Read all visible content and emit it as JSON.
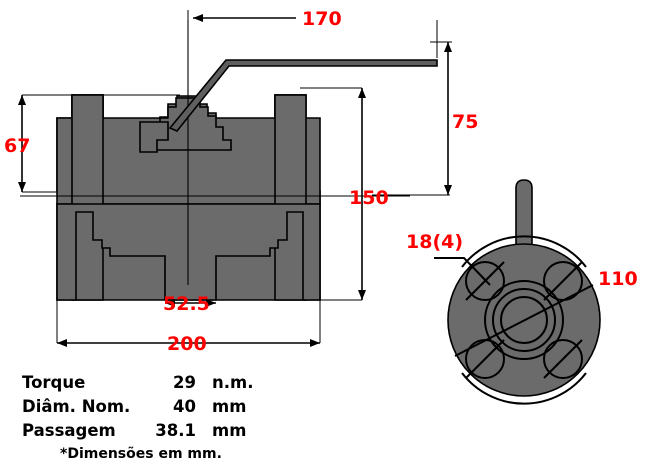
{
  "drawing": {
    "title": "Ball valve dimensional drawing",
    "units_note": "*Dimensões em mm.",
    "colors": {
      "dimension_text": "#ff0000",
      "body_fill": "#6b6b6b",
      "lever_fill": "#5f5f5f",
      "outline": "#000000",
      "background": "#ffffff"
    }
  },
  "dimensions": {
    "lever_length": "170",
    "lever_height": "75",
    "body_half_height": "67",
    "face_to_face_height": "150",
    "body_width": "200",
    "bottom_opening": "52.5",
    "bolt_hole": "18(4)",
    "bolt_circle": "110"
  },
  "spec_table": {
    "rows": [
      {
        "label": "Torque",
        "value": "29",
        "unit": "n.m."
      },
      {
        "label": "Diâm. Nom.",
        "value": "40",
        "unit": "mm"
      },
      {
        "label": "Passagem",
        "value": "38.1",
        "unit": "mm"
      }
    ],
    "footnote": "*Dimensões em mm."
  },
  "views": {
    "section_view": "side-section",
    "face_view": "flange-face"
  }
}
